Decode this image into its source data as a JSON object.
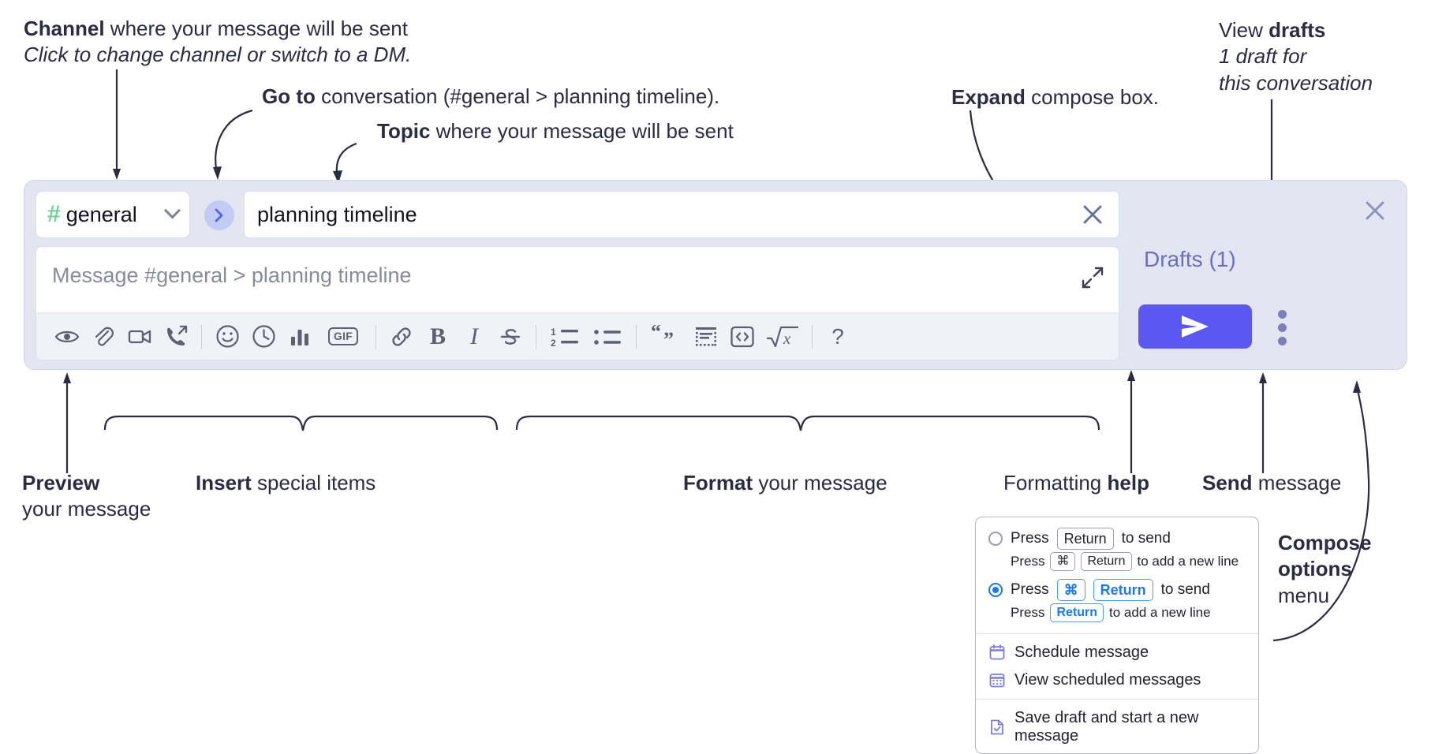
{
  "annotations": {
    "channel": {
      "bold": "Channel",
      "rest": " where your message will be sent",
      "italic": "Click to change channel or switch to a DM."
    },
    "goto": {
      "bold": "Go to",
      "rest": " conversation (#general > planning timeline)."
    },
    "topic": {
      "bold": "Topic",
      "rest": " where your message will be sent"
    },
    "expand": {
      "bold": "Expand",
      "rest": " compose box."
    },
    "drafts": {
      "pre": "View ",
      "bold": "drafts",
      "italic1": "1 draft for",
      "italic2": "this conversation"
    },
    "preview": {
      "bold": "Preview",
      "rest": "your message"
    },
    "insert": {
      "bold": "Insert",
      "rest": " special items"
    },
    "format": {
      "bold": "Format",
      "rest": " your message"
    },
    "help": {
      "pre": "Formatting ",
      "bold": "help"
    },
    "send": {
      "bold": "Send",
      "rest": " message"
    },
    "compose_options": {
      "bold1": "Compose",
      "bold2": "options",
      "rest": "menu"
    }
  },
  "compose": {
    "channel": {
      "hash": "#",
      "name": "general",
      "chevron_icon": "chevron-down-icon"
    },
    "goto_button": {
      "icon": "chevron-right-icon"
    },
    "topic": {
      "value": "planning timeline",
      "clear_icon": "close-icon"
    },
    "message": {
      "placeholder": "Message #general > planning timeline",
      "expand_icon": "expand-icon"
    },
    "close_icon": "close-icon",
    "drafts_label": "Drafts (1)",
    "send_button": {
      "icon": "send-icon"
    },
    "kebab": {
      "icon": "more-vertical-icon"
    },
    "toolbar": [
      {
        "name": "preview-icon",
        "group": "preview"
      },
      {
        "name": "attach-icon",
        "group": "insert"
      },
      {
        "name": "video-icon",
        "group": "insert"
      },
      {
        "name": "huddle-icon",
        "group": "insert"
      },
      {
        "name": "emoji-icon",
        "group": "insert"
      },
      {
        "name": "clock-icon",
        "group": "insert"
      },
      {
        "name": "poll-icon",
        "group": "insert"
      },
      {
        "name": "gif-icon",
        "label": "GIF",
        "group": "insert"
      },
      {
        "name": "link-icon",
        "group": "format"
      },
      {
        "name": "bold-icon",
        "label": "B",
        "group": "format"
      },
      {
        "name": "italic-icon",
        "label": "I",
        "group": "format"
      },
      {
        "name": "strikethrough-icon",
        "group": "format"
      },
      {
        "name": "ordered-list-icon",
        "group": "format"
      },
      {
        "name": "bulleted-list-icon",
        "group": "format"
      },
      {
        "name": "blockquote-icon",
        "group": "format"
      },
      {
        "name": "code-block-icon",
        "group": "format"
      },
      {
        "name": "code-icon",
        "group": "format"
      },
      {
        "name": "math-icon",
        "group": "format"
      },
      {
        "name": "help-icon",
        "label": "?",
        "group": "help"
      }
    ]
  },
  "options_menu": {
    "option1": {
      "selected": false,
      "pre": "Press",
      "key": "Return",
      "post": "to send",
      "sub_pre": "Press",
      "sub_key1": "⌘",
      "sub_key2": "Return",
      "sub_post": "to add a new line"
    },
    "option2": {
      "selected": true,
      "pre": "Press",
      "key1": "⌘",
      "key2": "Return",
      "post": "to send",
      "sub_pre": "Press",
      "sub_key": "Return",
      "sub_post": "to add a new line"
    },
    "items": [
      {
        "icon": "calendar-icon",
        "label": "Schedule message"
      },
      {
        "icon": "calendar-grid-icon",
        "label": "View scheduled messages"
      },
      {
        "icon": "draft-save-icon",
        "label": "Save draft and start a new message"
      }
    ]
  },
  "colors": {
    "accent": "#5b57f2",
    "drafts_text": "#6a6fc4",
    "hash_green": "#6fd19c",
    "panel_bg": "#e3e5f1",
    "menu_blue": "#1a7bf0",
    "menu_icon_purple": "#7b7ce0"
  }
}
